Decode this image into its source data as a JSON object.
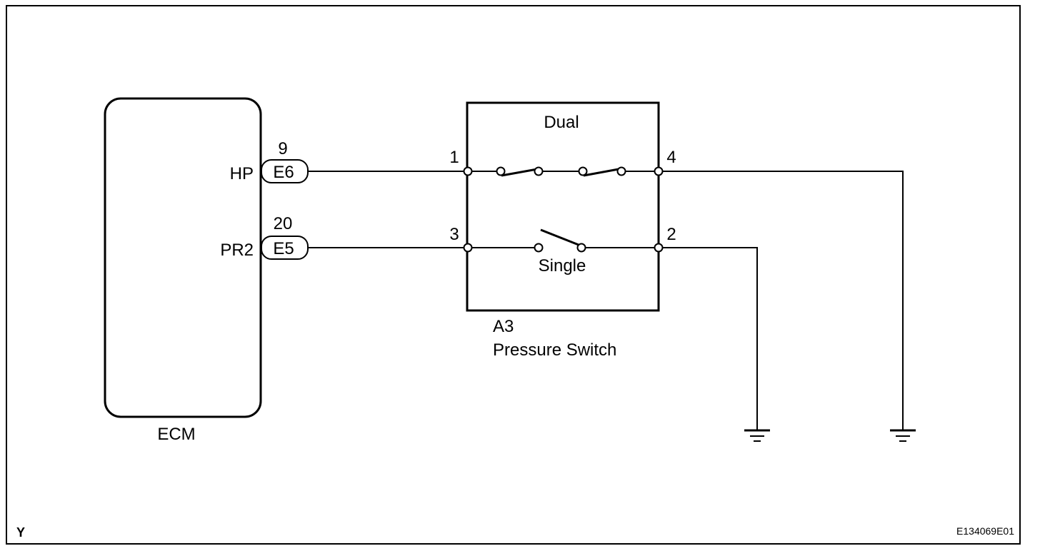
{
  "ecm": {
    "label": "ECM",
    "pins": [
      {
        "name": "HP",
        "pin": "9",
        "connector": "E6"
      },
      {
        "name": "PR2",
        "pin": "20",
        "connector": "E5"
      }
    ]
  },
  "pressure_switch": {
    "code": "A3",
    "name": "Pressure Switch",
    "dual_label": "Dual",
    "single_label": "Single",
    "terminals": [
      "1",
      "4",
      "3",
      "2"
    ]
  },
  "corner_mark": "Y",
  "figure_id": "E134069E01"
}
